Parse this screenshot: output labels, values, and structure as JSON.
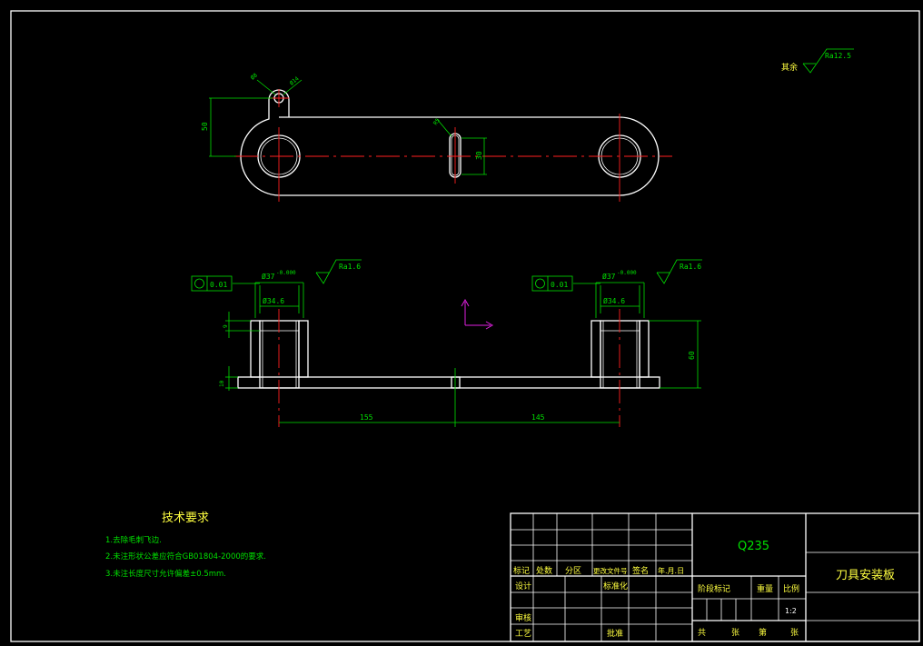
{
  "dimensions": {
    "d8": "Ø8",
    "d14": "Ø14",
    "h50": "50",
    "r5": "R5",
    "h30": "30",
    "d37_left": "Ø37",
    "d37_right": "Ø37",
    "tol_left": "-0.000",
    "tol_right": "-0.000",
    "d346_left": "Ø34.6",
    "d346_right": "Ø34.6",
    "h9": "9",
    "h10": "10",
    "h60": "60",
    "len155": "155",
    "len145": "145"
  },
  "geo_tolerance": {
    "left_value": "0.01",
    "right_value": "0.01"
  },
  "roughness": {
    "general_label": "其余",
    "general_value": "Ra12.5",
    "left_value": "Ra1.6",
    "right_value": "Ra1.6"
  },
  "tech_requirements": {
    "title": "技术要求",
    "items": [
      "1.去除毛刺飞边.",
      "2.未注形状公差应符合GB01804-2000的要求.",
      "3.未注长度尺寸允许偏差±0.5mm."
    ]
  },
  "title_block": {
    "material": "Q235",
    "part_name": "刀具安装板",
    "labels": {
      "mark": "标记",
      "count": "处数",
      "zone": "分区",
      "change_doc": "更改文件号",
      "sign": "签名",
      "date": "年.月.日",
      "design": "设计",
      "standard": "标准化",
      "review": "审核",
      "process": "工艺",
      "approve": "批准",
      "stage_mark": "阶段标记",
      "weight": "重量",
      "scale": "比例",
      "total": "共",
      "sheets": "张",
      "no": "第",
      "sheet2": "张"
    },
    "scale_value": "1:2"
  }
}
